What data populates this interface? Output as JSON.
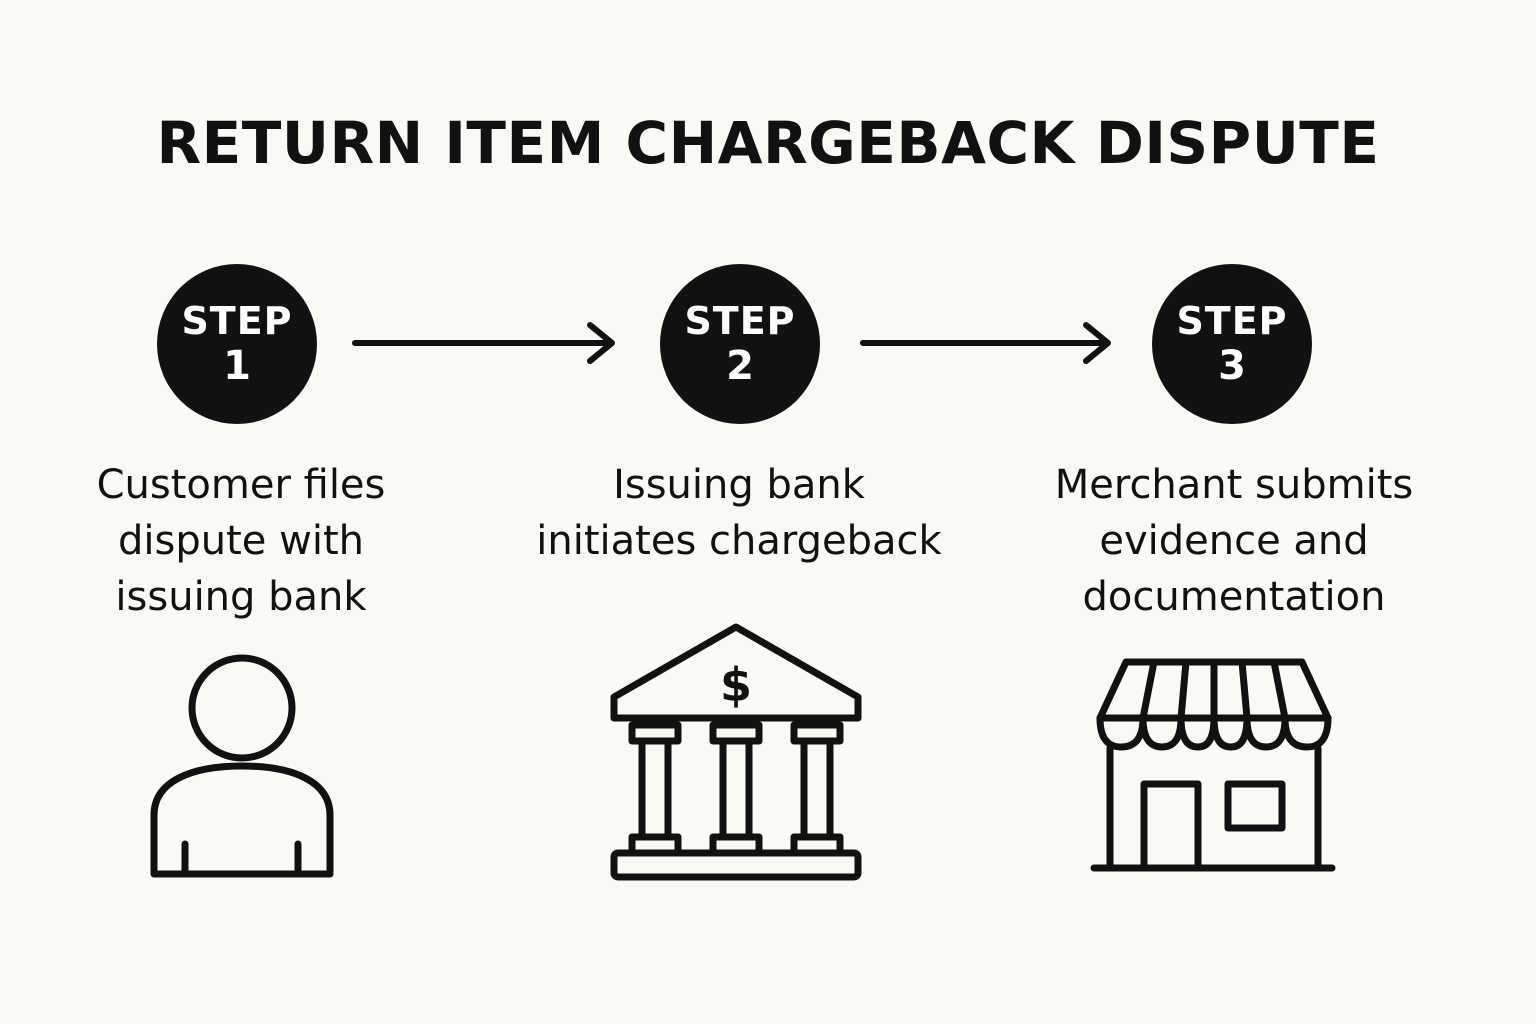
{
  "title": "RETURN ITEM CHARGEBACK DISPUTE",
  "steps": [
    {
      "label": "STEP",
      "number": "1",
      "text_lines": [
        "Customer files",
        "dispute with",
        "issuing bank"
      ],
      "icon": "person-icon"
    },
    {
      "label": "STEP",
      "number": "2",
      "text_lines": [
        "Issuing bank",
        "initiates chargeback"
      ],
      "icon": "bank-icon",
      "icon_symbol": "$"
    },
    {
      "label": "STEP",
      "number": "3",
      "text_lines": [
        "Merchant submits",
        "evidence and",
        "documentation"
      ],
      "icon": "storefront-icon"
    }
  ],
  "colors": {
    "background": "#fbf9f4",
    "ink": "#111111",
    "circle_text": "#ffffff"
  }
}
